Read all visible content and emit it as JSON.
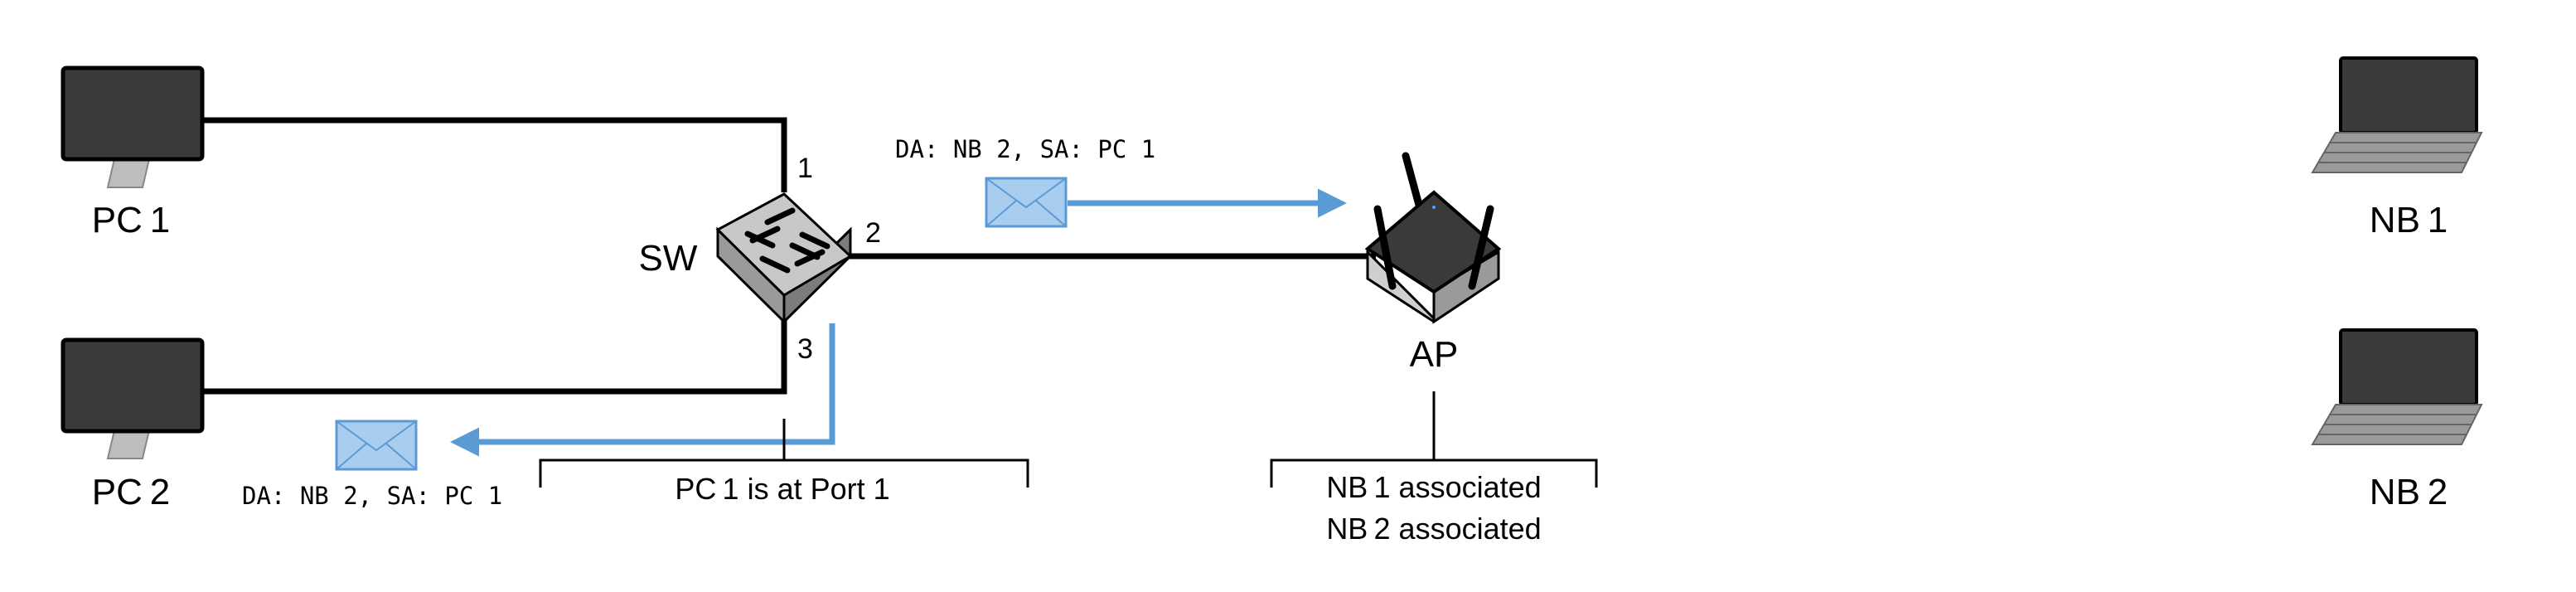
{
  "nodes": {
    "pc1": "PC 1",
    "pc2": "PC 2",
    "switch": "SW",
    "ap": "AP",
    "nb1": "NB 1",
    "nb2": "NB 2"
  },
  "ports": {
    "p1": "1",
    "p2": "2",
    "p3": "3"
  },
  "frames": {
    "outgoing": "DA: NB 2, SA: PC 1",
    "incoming": "DA: NB 2, SA: PC 1"
  },
  "notes": {
    "switch_table": "PC 1 is at Port 1",
    "ap_table_line1": "NB 1 associated",
    "ap_table_line2": "NB 2 associated"
  },
  "colors": {
    "link": "#000000",
    "frame_arrow": "#5b9bd5",
    "envelope_fill": "#a9cdee",
    "envelope_stroke": "#5b9bd5",
    "device_dark": "#3a3a3a",
    "device_light": "#c8c8c8"
  }
}
